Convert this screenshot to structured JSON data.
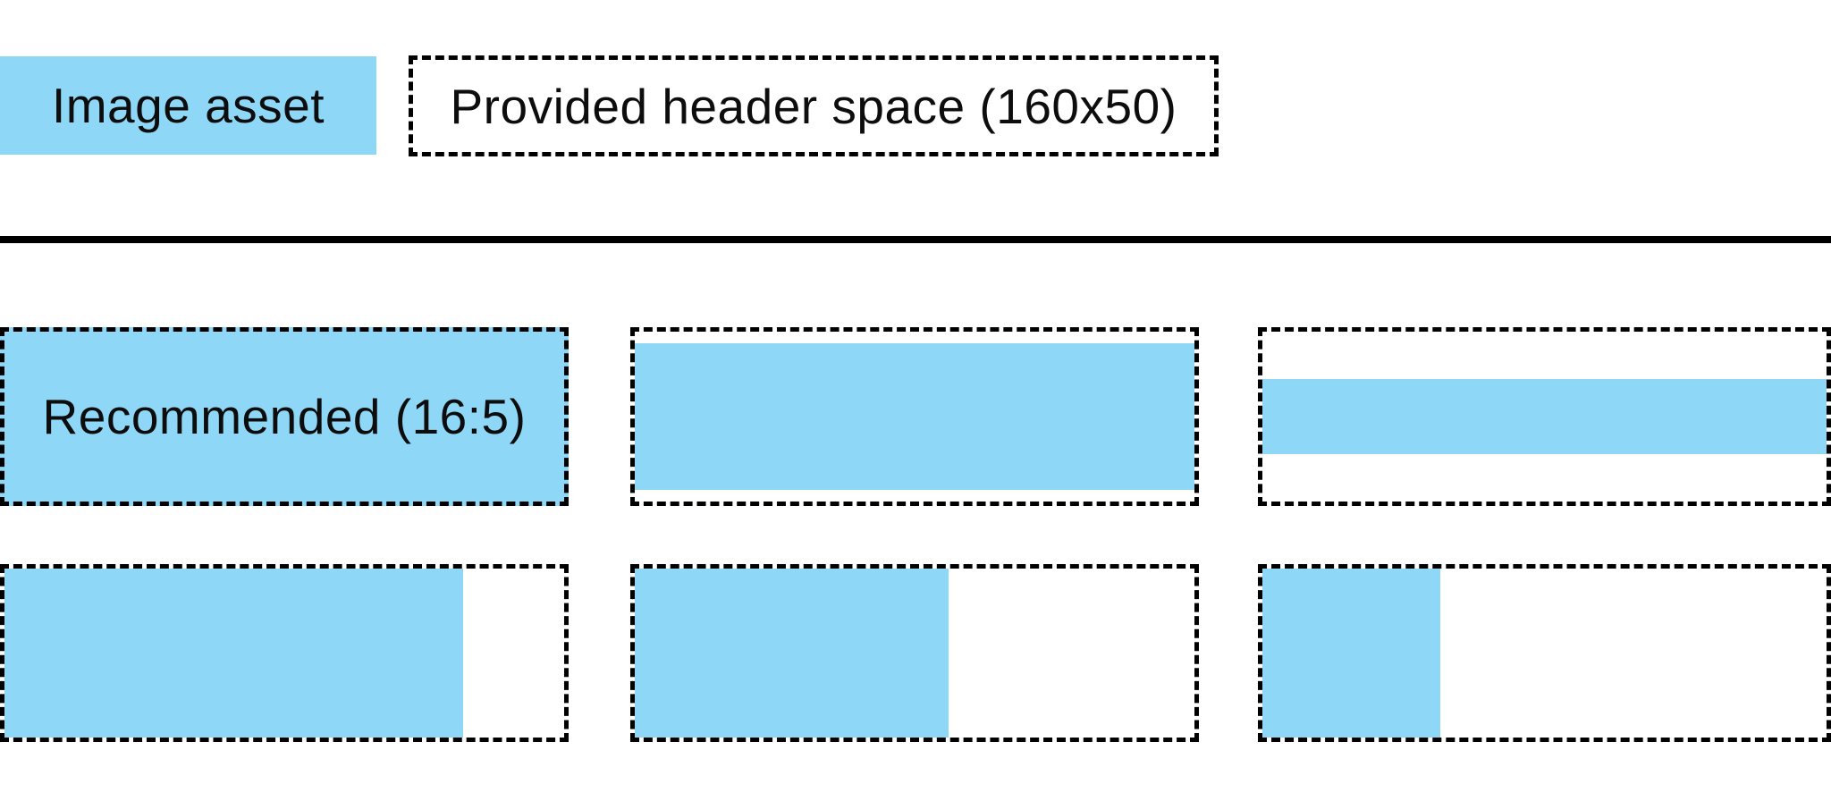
{
  "colors": {
    "asset_blue": "#8FD7F7",
    "line_black": "#000000"
  },
  "legend": {
    "image_asset_label": "Image asset",
    "header_space_label": "Provided header space (160x50)"
  },
  "examples": {
    "recommended_label": "Recommended (16:5)",
    "items": [
      {
        "name": "recommended-16x5",
        "row": 1,
        "col": 1,
        "fill": {
          "width_pct": 100,
          "height_pct": 100
        }
      },
      {
        "name": "full-width-letterboxed",
        "row": 1,
        "col": 2,
        "fill": {
          "width_pct": 100,
          "height_pct": 86.5
        }
      },
      {
        "name": "full-width-thin-strip",
        "row": 1,
        "col": 3,
        "fill": {
          "width_pct": 100,
          "height_pct": 44.5
        }
      },
      {
        "name": "full-height-82pct-width",
        "row": 2,
        "col": 1,
        "fill": {
          "width_pct": 82,
          "height_pct": 100
        }
      },
      {
        "name": "full-height-half-width",
        "row": 2,
        "col": 2,
        "fill": {
          "width_pct": 56,
          "height_pct": 100
        }
      },
      {
        "name": "full-height-quarter-width",
        "row": 2,
        "col": 3,
        "fill": {
          "width_pct": 31.5,
          "height_pct": 100
        }
      }
    ]
  }
}
